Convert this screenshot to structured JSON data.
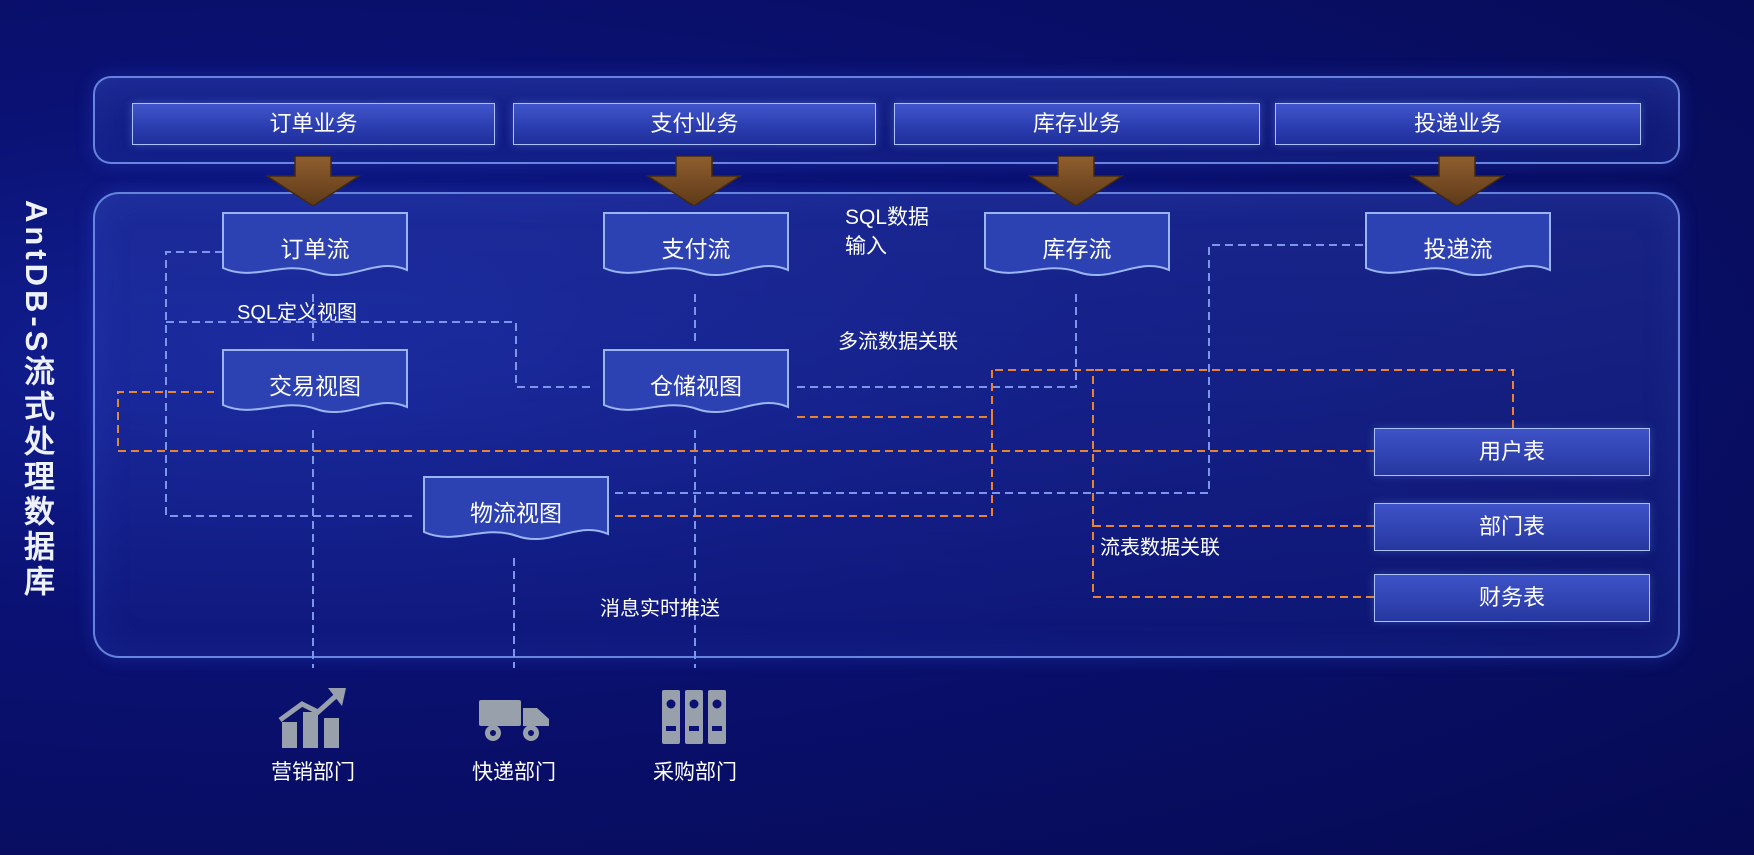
{
  "title": "AntDB-S流式处理数据库",
  "business": [
    "订单业务",
    "支付业务",
    "库存业务",
    "投递业务"
  ],
  "streams": [
    "订单流",
    "支付流",
    "库存流",
    "投递流"
  ],
  "views": [
    "交易视图",
    "仓储视图",
    "物流视图"
  ],
  "tables": [
    "用户表",
    "部门表",
    "财务表"
  ],
  "labels": {
    "sql_input": "SQL数据输入",
    "sql_define_view": "SQL定义视图",
    "multi_stream_join": "多流数据关联",
    "stream_table_join": "流表数据关联",
    "message_push": "消息实时推送"
  },
  "departments": [
    {
      "name": "营销部门",
      "icon": "chart-up-icon"
    },
    {
      "name": "快递部门",
      "icon": "truck-icon"
    },
    {
      "name": "采购部门",
      "icon": "binders-icon"
    }
  ],
  "colors": {
    "background": "#070c56",
    "panel_border": "#7696eb",
    "box_border": "#a9c0f8",
    "blue_link": "#7b96ea",
    "orange_link": "#e8832f",
    "arrow_brown": "#7a4a22",
    "icon_gray": "#98a0ac"
  }
}
